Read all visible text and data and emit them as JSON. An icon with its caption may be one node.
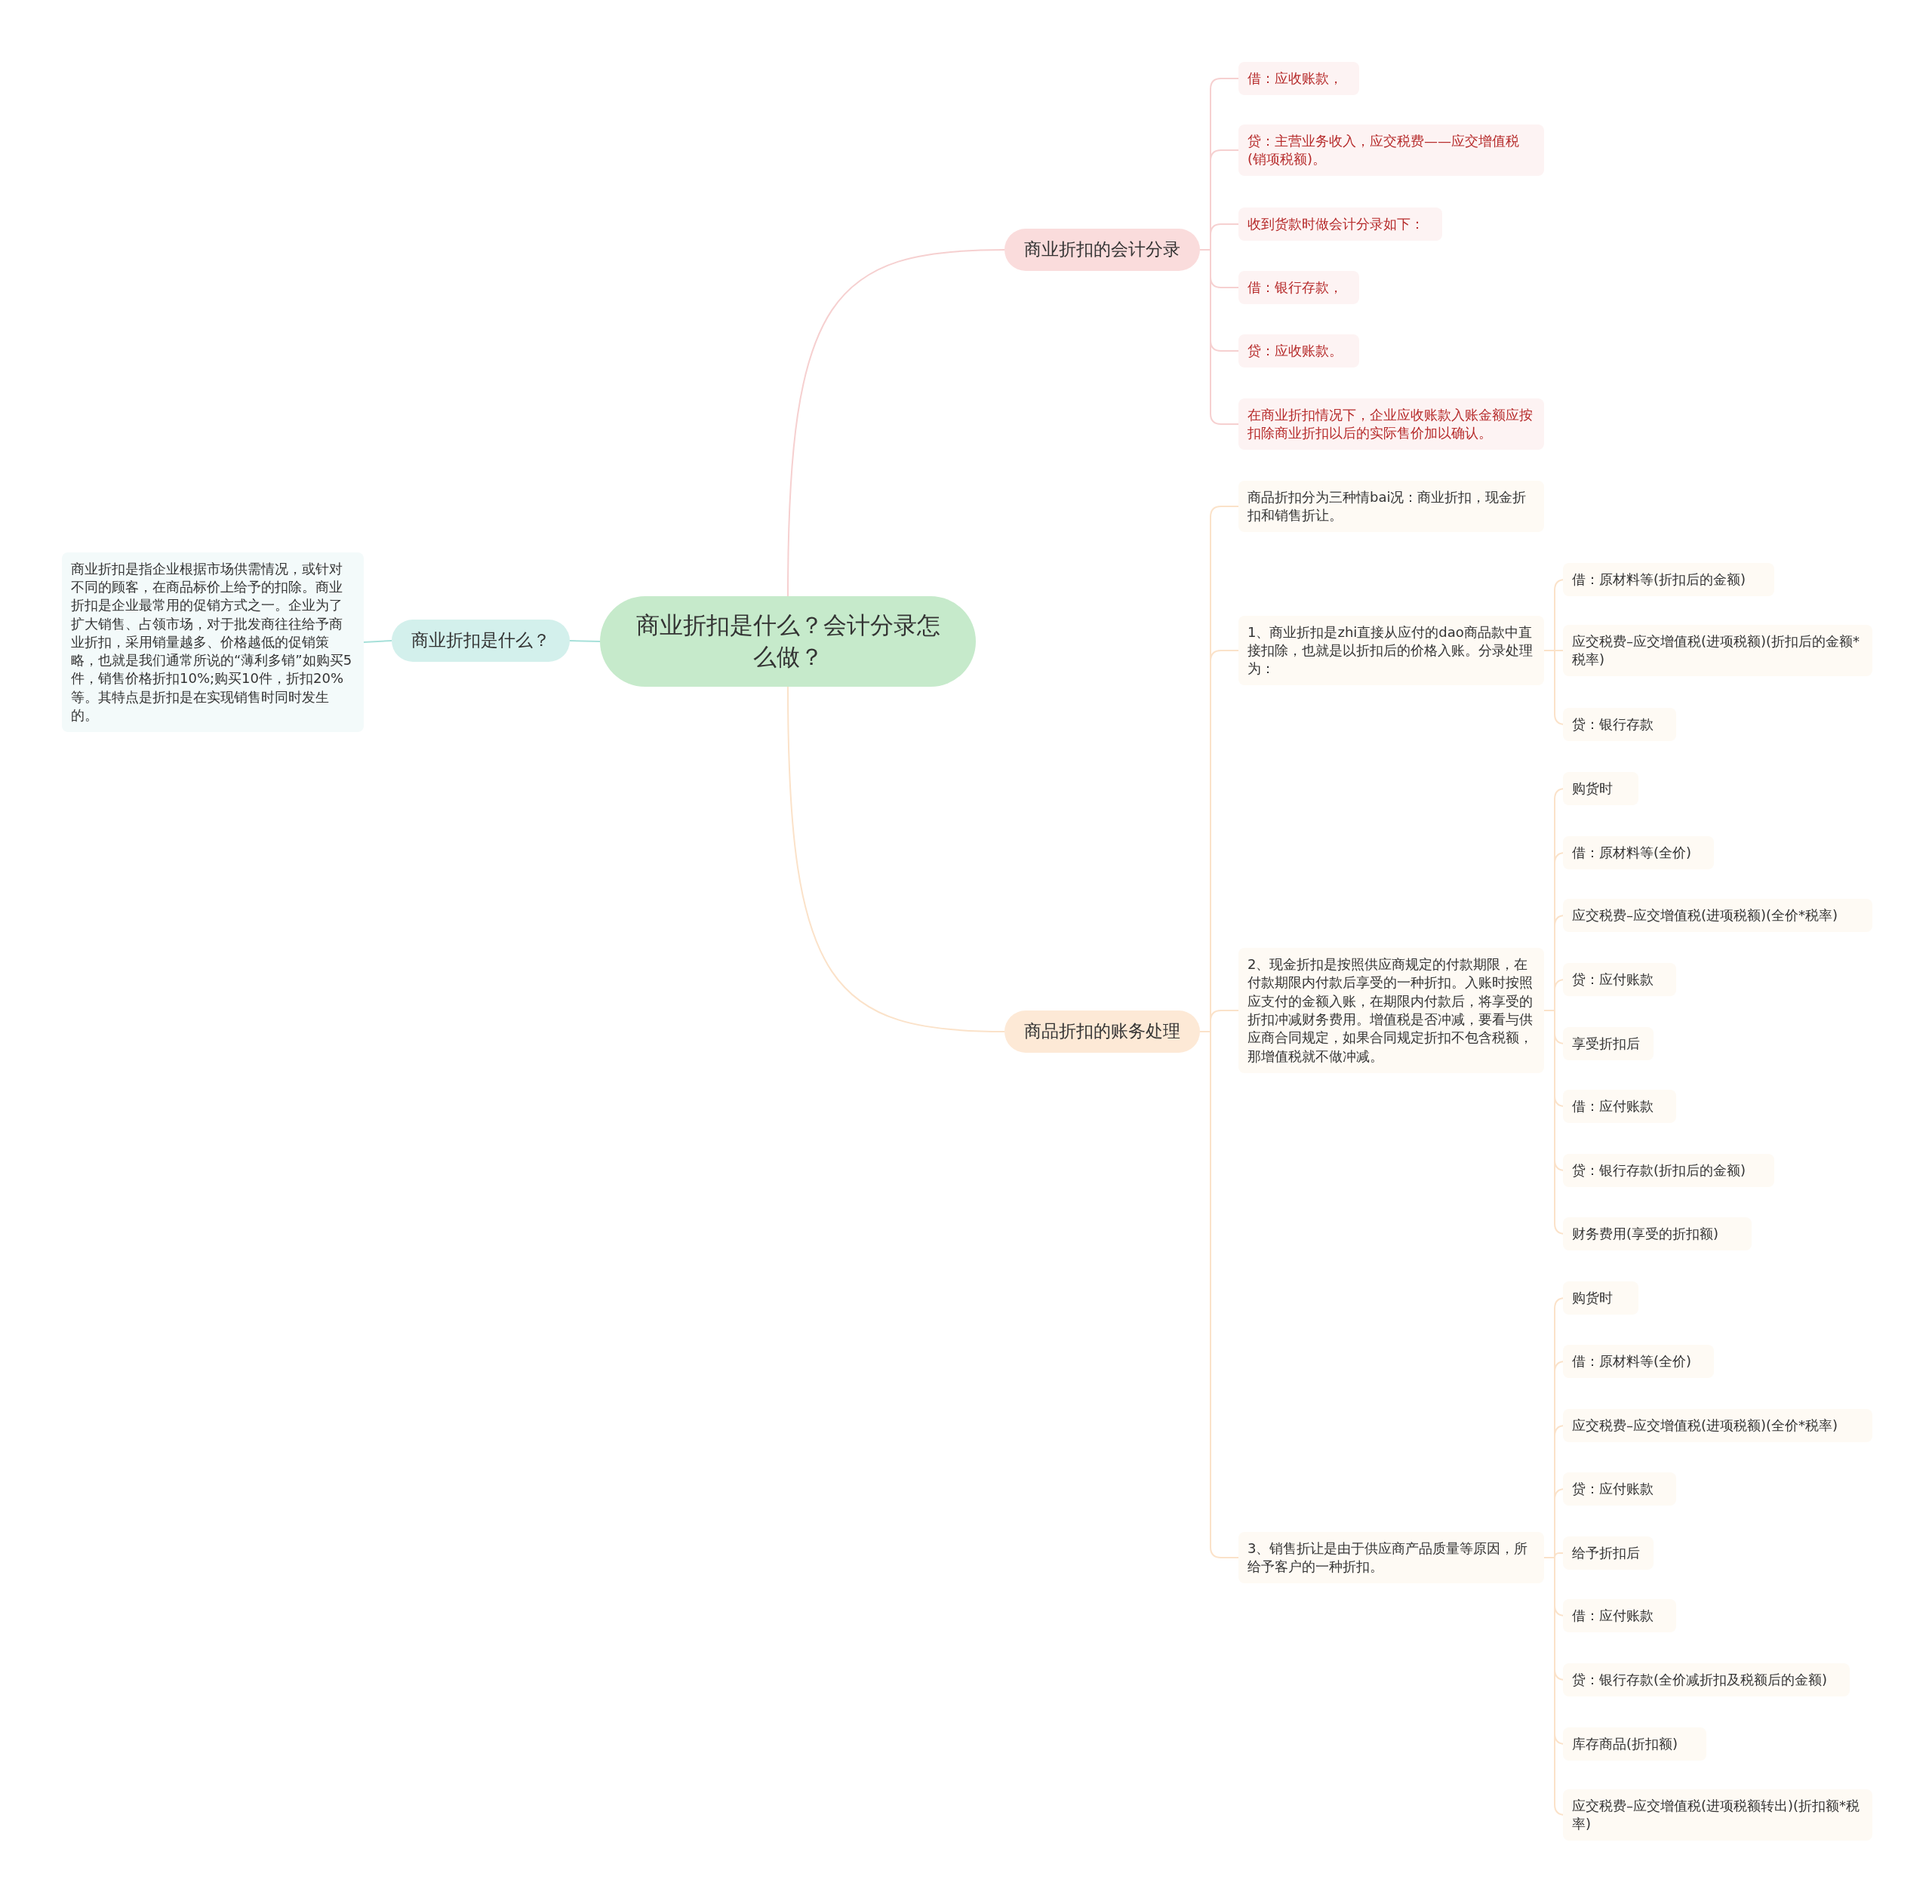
{
  "diagram": {
    "nodes": [
      {
        "text": [
          "商业折扣是什么？会计分录怎么做？"
        ]
      },
      {
        "text": [
          "商业折扣是什么？"
        ]
      },
      {
        "text": [
          "商业折扣是指企业根据市场供需情况，或针对不同的顾客，在商品标价上给予的扣除。商业折扣是企业最常用的促销方式之一。企业为了扩大销售、占领市场，对于批发商往往给予商业折扣，采用销量越多、价格越低的促销策略，也就是我们通常所说的“薄利多销”如购买5件，销售价格折扣10%;购买10件，折扣20%等。其特点是折扣是在实现销售时同时发生的。"
        ]
      },
      {
        "text": [
          "商业折扣的会计分录"
        ]
      },
      {
        "text": [
          "借：应收账款，"
        ]
      },
      {
        "text": [
          "贷：主营业务收入，应交税费——应交增值税(销项税额)。"
        ]
      },
      {
        "text": [
          "收到货款时做会计分录如下："
        ]
      },
      {
        "text": [
          "借：银行存款，"
        ]
      },
      {
        "text": [
          "贷：应收账款。"
        ]
      },
      {
        "text": [
          "在商业折扣情况下，企业应收账款入账金额应按扣除商业折扣以后的实际售价加以确认。"
        ]
      },
      {
        "text": [
          "商品折扣的账务处理"
        ]
      },
      {
        "text": [
          "商品折扣分为三种情bai况：商业折扣，现金折扣和销售折让。"
        ]
      },
      {
        "text": [
          "1、商业折扣是zhi直接从应付的dao商品款中直接扣除，也就是以折扣后的价格入账。分录处理为："
        ]
      },
      {
        "text": [
          "借：原材料等(折扣后的金额)"
        ]
      },
      {
        "text": [
          "应交税费–应交增值税(进项税额)(折扣后的金额*税率)"
        ]
      },
      {
        "text": [
          "贷：银行存款"
        ]
      },
      {
        "text": [
          "2、现金折扣是按照供应商规定的付款期限，在付款期限内付款后享受的一种折扣。入账时按照应支付的金额入账，在期限内付款后，将享受的折扣冲减财务费用。增值税是否冲减，要看与供应商合同规定，如果合同规定折扣不包含税额，那增值税就不做冲减。"
        ]
      },
      {
        "text": [
          "购货时"
        ]
      },
      {
        "text": [
          "借：原材料等(全价)"
        ]
      },
      {
        "text": [
          "应交税费–应交增值税(进项税额)(全价*税率)"
        ]
      },
      {
        "text": [
          "贷：应付账款"
        ]
      },
      {
        "text": [
          "享受折扣后"
        ]
      },
      {
        "text": [
          "借：应付账款"
        ]
      },
      {
        "text": [
          "贷：银行存款(折扣后的金额)"
        ]
      },
      {
        "text": [
          "财务费用(享受的折扣额)"
        ]
      },
      {
        "text": [
          "3、销售折让是由于供应商产品质量等原因，所给予客户的一种折扣。"
        ]
      },
      {
        "text": [
          "购货时"
        ]
      },
      {
        "text": [
          "借：原材料等(全价)"
        ]
      },
      {
        "text": [
          "应交税费–应交增值税(进项税额)(全价*税率)"
        ]
      },
      {
        "text": [
          "贷：应付账款"
        ]
      },
      {
        "text": [
          "给予折扣后"
        ]
      },
      {
        "text": [
          "借：应付账款"
        ]
      },
      {
        "text": [
          "贷：银行存款(全价减折扣及税额后的金额)"
        ]
      },
      {
        "text": [
          "库存商品(折扣额)"
        ]
      },
      {
        "text": [
          "应交税费–应交增值税(进项税额转出)(折扣额*税率)"
        ]
      }
    ],
    "edges": [
      {
        "from": 0,
        "to": 1,
        "arrow": "none",
        "color": "#a6e0d9"
      },
      {
        "from": 1,
        "to": 2,
        "arrow": "none",
        "color": "#a6e0d9"
      },
      {
        "from": 0,
        "to": 3,
        "arrow": "none",
        "color": "#f6d0d0"
      },
      {
        "from": 3,
        "to": 4,
        "arrow": "none",
        "color": "#f6d0d0"
      },
      {
        "from": 3,
        "to": 5,
        "arrow": "none",
        "color": "#f6d0d0"
      },
      {
        "from": 3,
        "to": 6,
        "arrow": "none",
        "color": "#f6d0d0"
      },
      {
        "from": 3,
        "to": 7,
        "arrow": "none",
        "color": "#f6d0d0"
      },
      {
        "from": 3,
        "to": 8,
        "arrow": "none",
        "color": "#f6d0d0"
      },
      {
        "from": 3,
        "to": 9,
        "arrow": "none",
        "color": "#f6d0d0"
      },
      {
        "from": 0,
        "to": 10,
        "arrow": "none"
      },
      {
        "from": 10,
        "to": 11,
        "arrow": "none"
      },
      {
        "from": 10,
        "to": 12,
        "arrow": "none"
      },
      {
        "from": 10,
        "to": 16,
        "arrow": "none"
      },
      {
        "from": 10,
        "to": 25,
        "arrow": "none"
      },
      {
        "from": 12,
        "to": 13,
        "arrow": "none"
      },
      {
        "from": 12,
        "to": 14,
        "arrow": "none"
      },
      {
        "from": 12,
        "to": 15,
        "arrow": "none"
      },
      {
        "from": 16,
        "to": 17,
        "arrow": "none"
      },
      {
        "from": 16,
        "to": 18,
        "arrow": "none"
      },
      {
        "from": 16,
        "to": 19,
        "arrow": "none"
      },
      {
        "from": 16,
        "to": 20,
        "arrow": "none"
      },
      {
        "from": 16,
        "to": 21,
        "arrow": "none"
      },
      {
        "from": 16,
        "to": 22,
        "arrow": "none"
      },
      {
        "from": 16,
        "to": 23,
        "arrow": "none"
      },
      {
        "from": 16,
        "to": 24,
        "arrow": "none"
      },
      {
        "from": 25,
        "to": 26,
        "arrow": "none"
      },
      {
        "from": 25,
        "to": 27,
        "arrow": "none"
      },
      {
        "from": 25,
        "to": 28,
        "arrow": "none"
      },
      {
        "from": 25,
        "to": 29,
        "arrow": "none"
      },
      {
        "from": 25,
        "to": 30,
        "arrow": "none"
      },
      {
        "from": 25,
        "to": 31,
        "arrow": "none"
      },
      {
        "from": 25,
        "to": 32,
        "arrow": "none"
      },
      {
        "from": 25,
        "to": 33,
        "arrow": "none"
      },
      {
        "from": 25,
        "to": 34,
        "arrow": "none"
      }
    ]
  }
}
